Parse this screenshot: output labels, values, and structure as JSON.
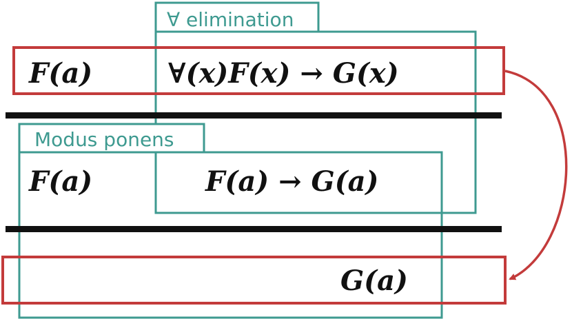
{
  "colors": {
    "teal": "#3e9a90",
    "red": "#c33b3b",
    "rule": "#111111"
  },
  "labels": {
    "forall_elimination": "∀ elimination",
    "modus_ponens": "Modus ponens"
  },
  "formulas": {
    "premise_left": "F(a)",
    "premise_right": "∀(x)F(x) → G(x)",
    "middle_left": "F(a)",
    "middle_right": "F(a) → G(a)",
    "conclusion": "G(a)"
  }
}
